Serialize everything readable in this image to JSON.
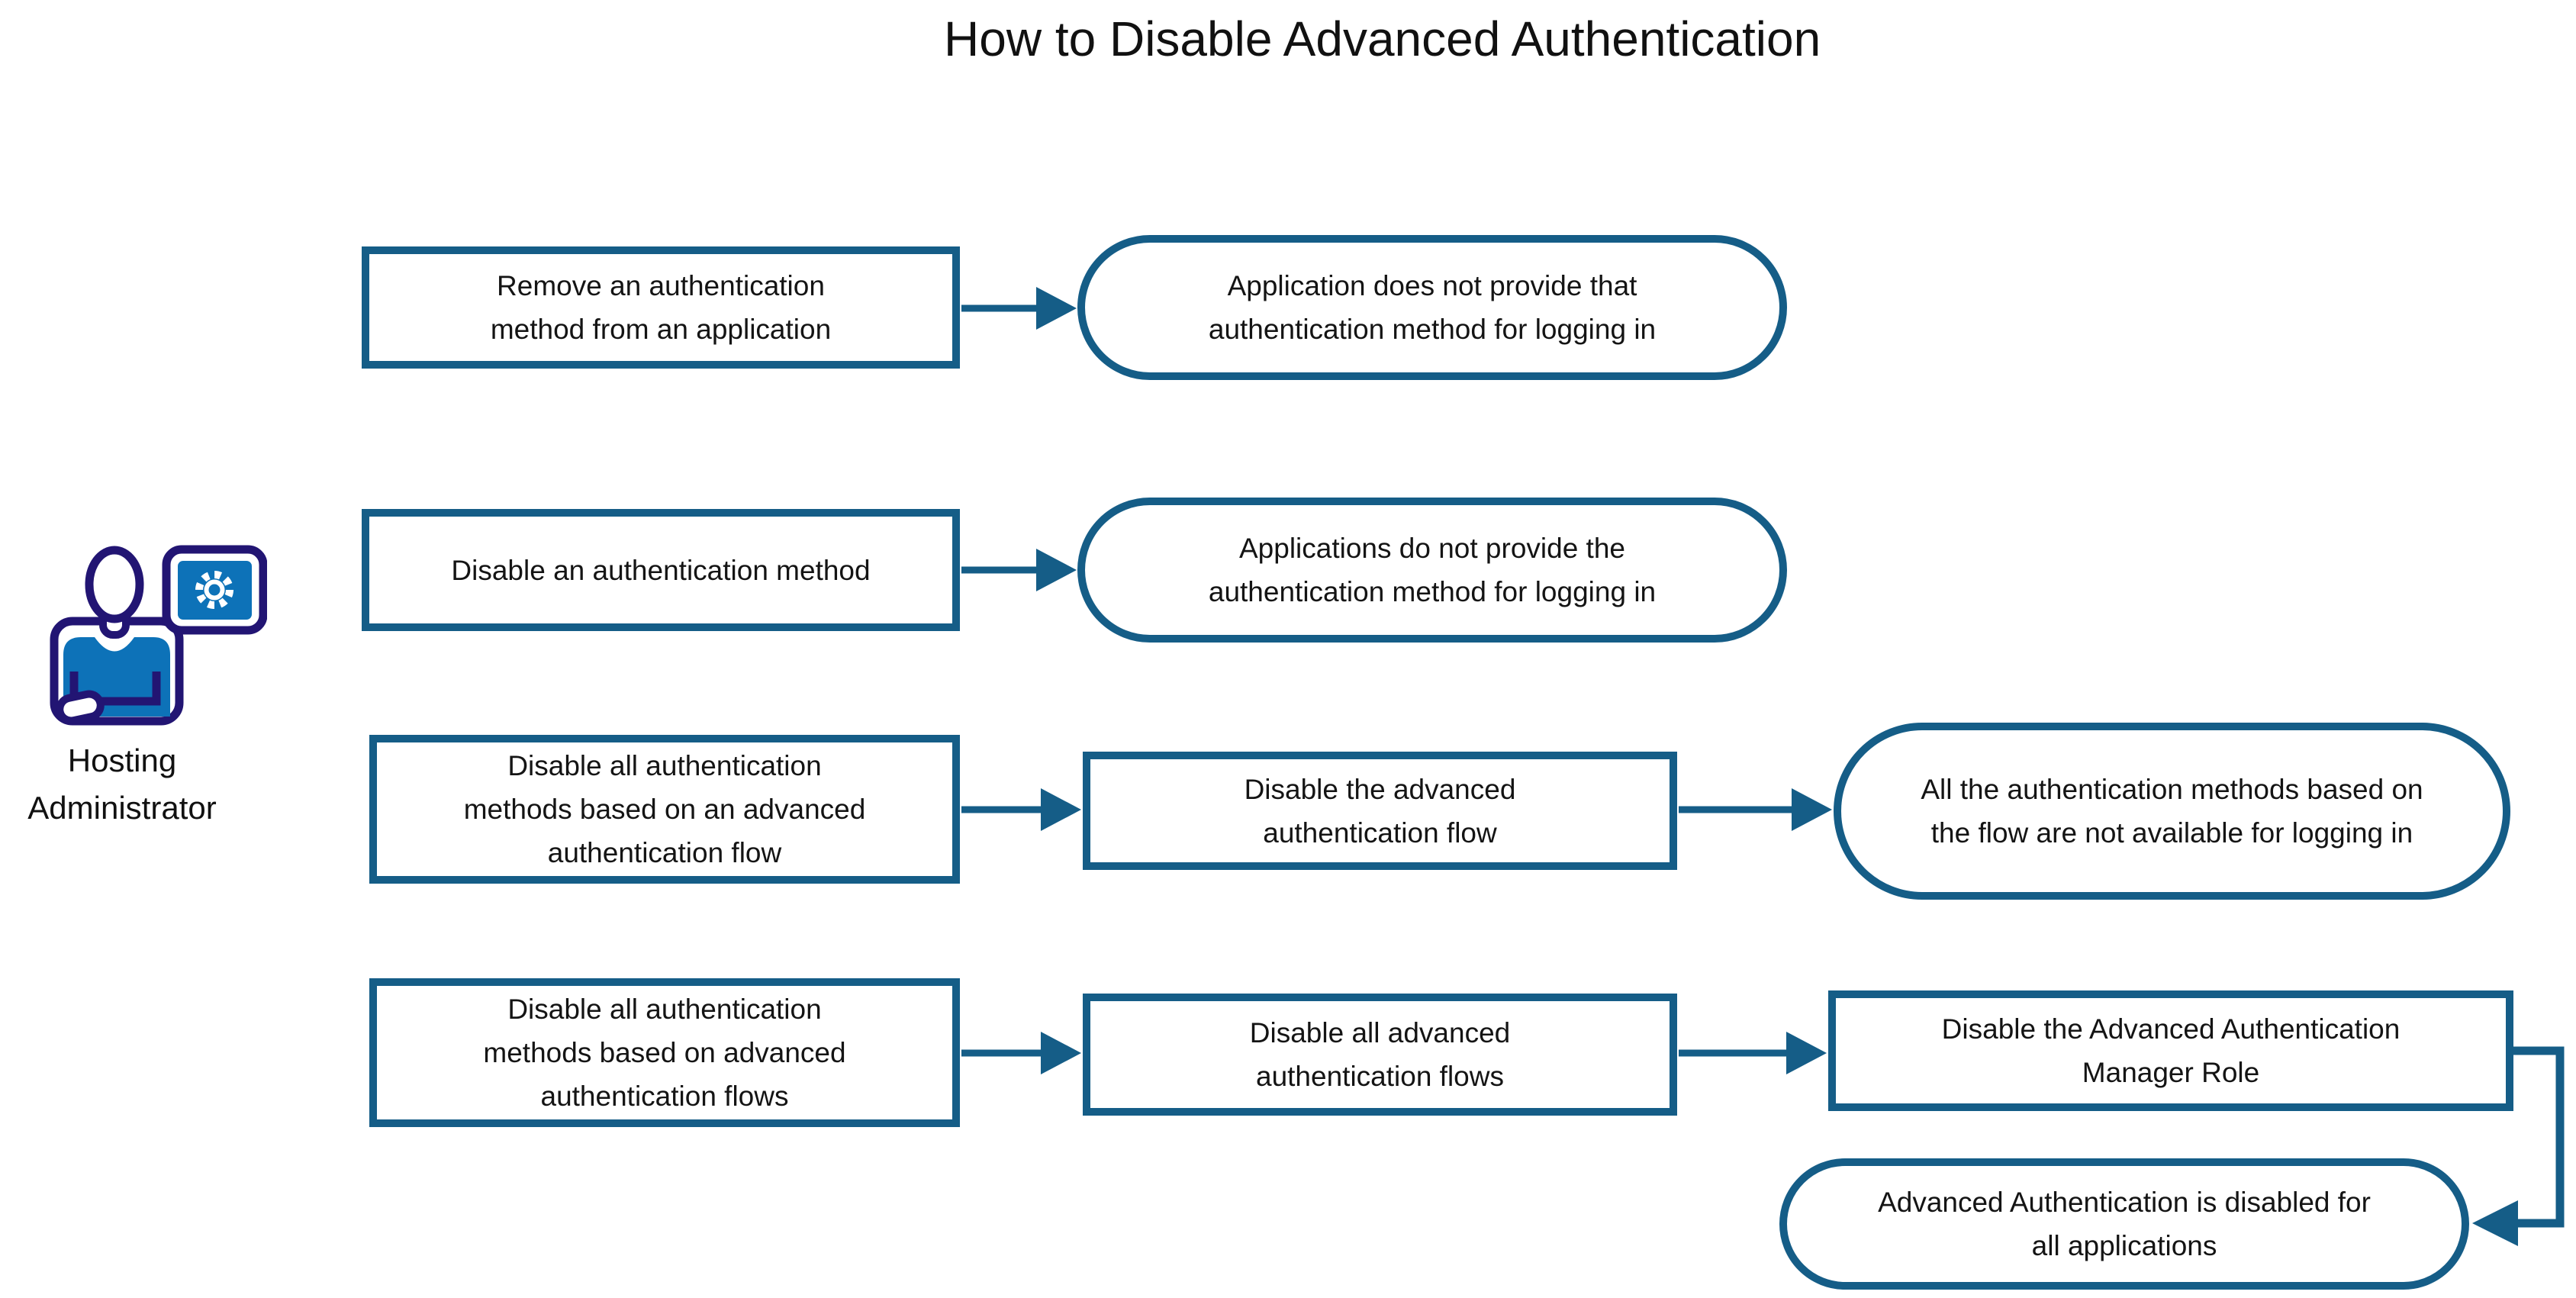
{
  "title": "How to Disable Advanced Authentication",
  "actor": {
    "label": "Hosting\nAdministrator",
    "icon": "hosting-administrator-icon"
  },
  "colors": {
    "diagram_stroke": "#155d87",
    "icon_outline": "#221573",
    "icon_fill": "#0d72b8",
    "text": "#111111",
    "background": "#ffffff"
  },
  "nodes": {
    "row1_step1": {
      "shape": "process",
      "text": "Remove an authentication\nmethod from an application"
    },
    "row1_outcome": {
      "shape": "terminator",
      "text": "Application does not provide that\nauthentication method for logging in"
    },
    "row2_step1": {
      "shape": "process",
      "text": "Disable an authentication method"
    },
    "row2_outcome": {
      "shape": "terminator",
      "text": "Applications do not provide the\nauthentication method for logging in"
    },
    "row3_step1": {
      "shape": "process",
      "text": "Disable all authentication\nmethods based on an advanced\nauthentication flow"
    },
    "row3_step2": {
      "shape": "process",
      "text": "Disable the advanced\nauthentication flow"
    },
    "row3_outcome": {
      "shape": "terminator",
      "text": "All the authentication methods based on\nthe flow are not available for logging in"
    },
    "row4_step1": {
      "shape": "process",
      "text": "Disable all authentication\nmethods based on advanced\nauthentication flows"
    },
    "row4_step2": {
      "shape": "process",
      "text": "Disable all advanced\nauthentication flows"
    },
    "row4_step3": {
      "shape": "process",
      "text": "Disable the Advanced Authentication\nManager Role"
    },
    "row4_outcome": {
      "shape": "terminator",
      "text": "Advanced Authentication is disabled for\nall applications"
    }
  },
  "edges": [
    {
      "from": "row1_step1",
      "to": "row1_outcome",
      "type": "arrow-right"
    },
    {
      "from": "row2_step1",
      "to": "row2_outcome",
      "type": "arrow-right"
    },
    {
      "from": "row3_step1",
      "to": "row3_step2",
      "type": "arrow-right"
    },
    {
      "from": "row3_step2",
      "to": "row3_outcome",
      "type": "arrow-right"
    },
    {
      "from": "row4_step1",
      "to": "row4_step2",
      "type": "arrow-right"
    },
    {
      "from": "row4_step2",
      "to": "row4_step3",
      "type": "arrow-right"
    },
    {
      "from": "row4_step3",
      "to": "row4_outcome",
      "type": "elbow-right-down-left"
    }
  ]
}
